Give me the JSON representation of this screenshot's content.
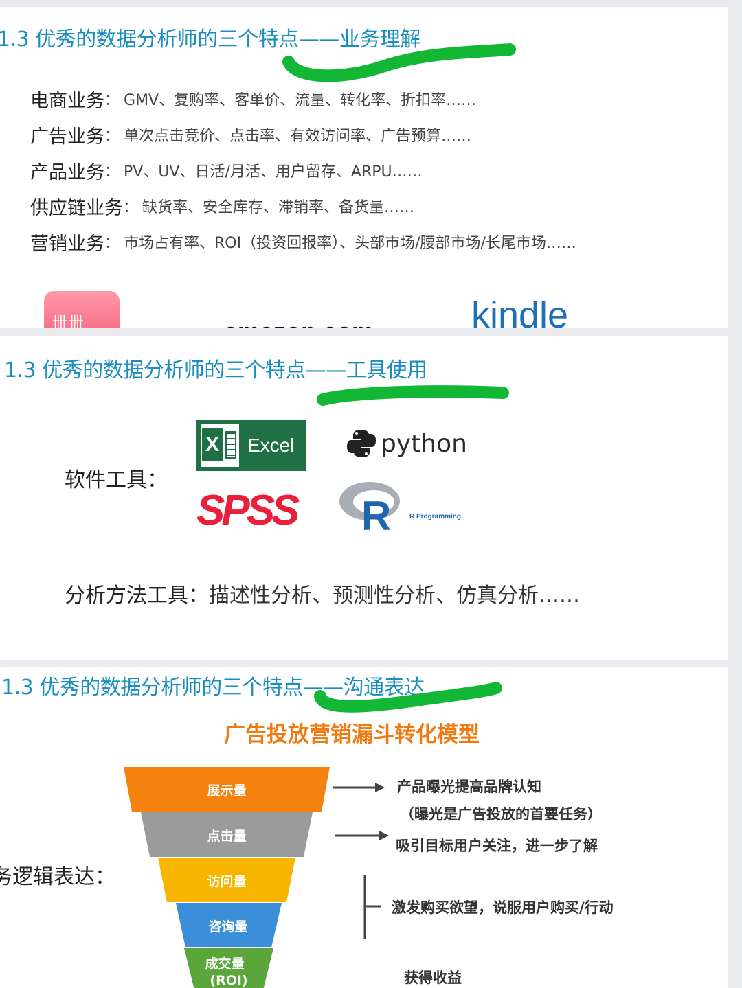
{
  "slide1": {
    "title": "1.3 优秀的数据分析师的三个特点——业务理解",
    "rows": [
      {
        "key": "电商业务",
        "sep": "：",
        "value": "GMV、复购率、客单价、流量、转化率、折扣率……"
      },
      {
        "key": "广告业务",
        "sep": "：",
        "value": "单次点击竞价、点击率、有效访问率、广告预算……"
      },
      {
        "key": "产品业务",
        "sep": "：",
        "value": "PV、UV、日活/月活、用户留存、ARPU……"
      },
      {
        "key": "供应链业务",
        "sep": "：",
        "value": "缺货率、安全库存、滞销率、备货量……"
      },
      {
        "key": "营销业务",
        "sep": "：",
        "value": "市场占有率、ROI（投资回报率）、头部市场/腰部市场/长尾市场……"
      }
    ],
    "logos": {
      "pink": "卌卌",
      "amazon": "amazon.com",
      "kindle": "kindle"
    }
  },
  "slide2": {
    "title": "1.3 优秀的数据分析师的三个特点——工具使用",
    "software_label": "软件工具：",
    "excel": "Excel",
    "python": "python",
    "spss": "SPSS",
    "r_label": "R Programming",
    "r_letter": "R",
    "analysis_key": "分析方法工具：",
    "analysis_value": "描述性分析、预测性分析、仿真分析……"
  },
  "slide3": {
    "title": "1.3 优秀的数据分析师的三个特点——沟通表达",
    "funnel_title": "广告投放营销漏斗转化模型",
    "cut_label": "务逻辑表达：",
    "stages": [
      {
        "label": "展示量",
        "color": "#f5820f"
      },
      {
        "label": "点击量",
        "color": "#9b9b9b"
      },
      {
        "label": "访问量",
        "color": "#f7b500"
      },
      {
        "label": "咨询量",
        "color": "#3b8ed8"
      },
      {
        "label": "成交量",
        "label2": "(ROI)",
        "color": "#5aa63a"
      }
    ],
    "notes": {
      "n1": "产品曝光提高品牌认知",
      "n1b": "（曝光是广告投放的首要任务）",
      "n2": "吸引目标用户关注，进一步了解",
      "n3": "激发购买欲望，说服用户购买/行动",
      "n4": "获得收益"
    }
  },
  "colors": {
    "title": "#1a8fbf",
    "marker": "#12b835",
    "funnel_title": "#f07a12"
  }
}
